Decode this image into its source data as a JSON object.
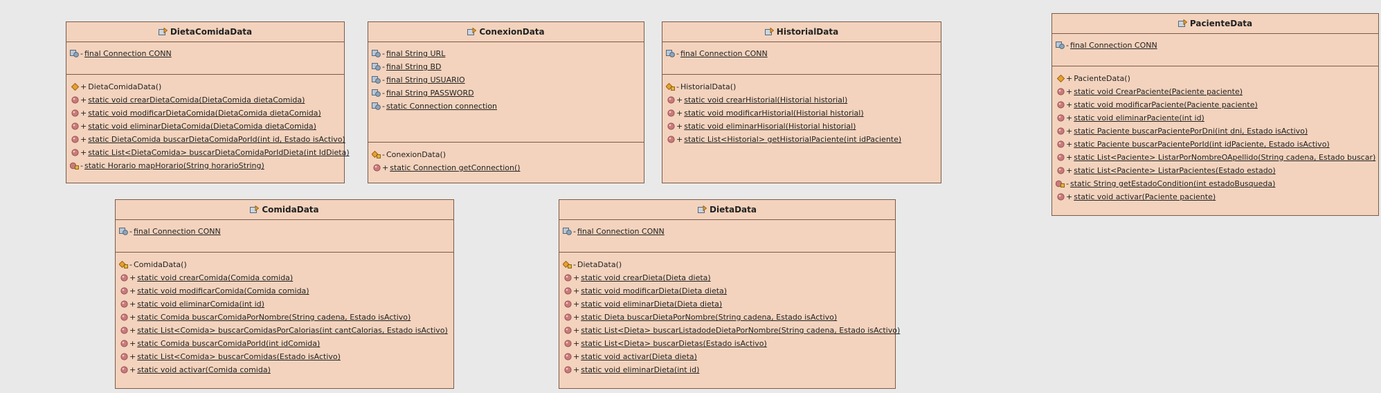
{
  "colors": {
    "background": "#e9e9e9",
    "class_fill": "#f3d3bd",
    "class_border": "#7a5a48",
    "method_icon": "#c97b7b",
    "constructor_icon": "#e8a030"
  },
  "classes": [
    {
      "name": "DietaComidaData",
      "fields": [
        {
          "icon": "field-icon",
          "visibility": "-",
          "signature": "final Connection CONN",
          "static": true
        }
      ],
      "methods": [
        {
          "icon": "constructor-icon",
          "visibility": "+",
          "signature": "DietaComidaData()",
          "static": false
        },
        {
          "icon": "method-icon",
          "visibility": "+",
          "signature": "static void crearDietaComida(DietaComida dietaComida)",
          "static": true
        },
        {
          "icon": "method-icon",
          "visibility": "+",
          "signature": "static void modificarDietaComida(DietaComida dietaComida)",
          "static": true
        },
        {
          "icon": "method-icon",
          "visibility": "+",
          "signature": "static void eliminarDietaComida(DietaComida dietaComida)",
          "static": true
        },
        {
          "icon": "method-icon",
          "visibility": "+",
          "signature": "static DietaComida buscarDietaComidaPorId(int id, Estado isActivo)",
          "static": true
        },
        {
          "icon": "method-icon",
          "visibility": "+",
          "signature": "static List<DietaComida> buscarDietaComidaPorIdDieta(int IdDieta)",
          "static": true
        },
        {
          "icon": "private-method-icon",
          "visibility": "-",
          "signature": "static Horario mapHorario(String horarioString)",
          "static": true
        }
      ]
    },
    {
      "name": "ConexionData",
      "fields": [
        {
          "icon": "field-icon",
          "visibility": "-",
          "signature": "final String URL",
          "static": true
        },
        {
          "icon": "field-icon",
          "visibility": "-",
          "signature": "final String BD",
          "static": true
        },
        {
          "icon": "field-icon",
          "visibility": "-",
          "signature": "final String USUARIO",
          "static": true
        },
        {
          "icon": "field-icon",
          "visibility": "-",
          "signature": "final String PASSWORD",
          "static": true
        },
        {
          "icon": "field-icon",
          "visibility": "-",
          "signature": "static Connection connection",
          "static": true
        }
      ],
      "methods": [
        {
          "icon": "private-constructor-icon",
          "visibility": "-",
          "signature": "ConexionData()",
          "static": false
        },
        {
          "icon": "method-icon",
          "visibility": "+",
          "signature": "static Connection getConnection()",
          "static": true
        }
      ]
    },
    {
      "name": "HistorialData",
      "fields": [
        {
          "icon": "field-icon",
          "visibility": "-",
          "signature": "final Connection CONN",
          "static": true
        }
      ],
      "methods": [
        {
          "icon": "private-constructor-icon",
          "visibility": "-",
          "signature": "HistorialData()",
          "static": false
        },
        {
          "icon": "method-icon",
          "visibility": "+",
          "signature": "static void crearHistorial(Historial historial)",
          "static": true
        },
        {
          "icon": "method-icon",
          "visibility": "+",
          "signature": "static void modificarHistorial(Historial historial)",
          "static": true
        },
        {
          "icon": "method-icon",
          "visibility": "+",
          "signature": "static void eliminarHisorial(Historial historial)",
          "static": true
        },
        {
          "icon": "method-icon",
          "visibility": "+",
          "signature": "static List<Historial> getHistorialPaciente(int idPaciente)",
          "static": true
        }
      ]
    },
    {
      "name": "PacienteData",
      "fields": [
        {
          "icon": "field-icon",
          "visibility": "-",
          "signature": "final Connection CONN",
          "static": true
        }
      ],
      "methods": [
        {
          "icon": "constructor-icon",
          "visibility": "+",
          "signature": "PacienteData()",
          "static": false
        },
        {
          "icon": "method-icon",
          "visibility": "+",
          "signature": "static void CrearPaciente(Paciente paciente)",
          "static": true
        },
        {
          "icon": "method-icon",
          "visibility": "+",
          "signature": "static void modificarPaciente(Paciente paciente)",
          "static": true
        },
        {
          "icon": "method-icon",
          "visibility": "+",
          "signature": "static void eliminarPaciente(int id)",
          "static": true
        },
        {
          "icon": "method-icon",
          "visibility": "+",
          "signature": "static Paciente buscarPacientePorDni(int dni, Estado isActivo)",
          "static": true
        },
        {
          "icon": "method-icon",
          "visibility": "+",
          "signature": "static Paciente buscarPacientePorId(int idPaciente, Estado isActivo)",
          "static": true
        },
        {
          "icon": "method-icon",
          "visibility": "+",
          "signature": "static List<Paciente> ListarPorNombreOApellido(String cadena, Estado buscar)",
          "static": true
        },
        {
          "icon": "method-icon",
          "visibility": "+",
          "signature": "static List<Paciente> ListarPacientes(Estado estado)",
          "static": true
        },
        {
          "icon": "private-method-icon",
          "visibility": "-",
          "signature": "static String getEstadoCondition(int estadoBusqueda)",
          "static": true
        },
        {
          "icon": "method-icon",
          "visibility": "+",
          "signature": "static void activar(Paciente paciente)",
          "static": true
        }
      ]
    },
    {
      "name": "ComidaData",
      "fields": [
        {
          "icon": "field-icon",
          "visibility": "-",
          "signature": "final Connection CONN",
          "static": true
        }
      ],
      "methods": [
        {
          "icon": "private-constructor-icon",
          "visibility": "-",
          "signature": "ComidaData()",
          "static": false
        },
        {
          "icon": "method-icon",
          "visibility": "+",
          "signature": "static void crearComida(Comida comida)",
          "static": true
        },
        {
          "icon": "method-icon",
          "visibility": "+",
          "signature": "static void modificarComida(Comida comida)",
          "static": true
        },
        {
          "icon": "method-icon",
          "visibility": "+",
          "signature": "static void eliminarComida(int id)",
          "static": true
        },
        {
          "icon": "method-icon",
          "visibility": "+",
          "signature": "static Comida buscarComidaPorNombre(String cadena, Estado isActivo)",
          "static": true
        },
        {
          "icon": "method-icon",
          "visibility": "+",
          "signature": "static List<Comida> buscarComidasPorCalorias(int cantCalorias, Estado isActivo)",
          "static": true
        },
        {
          "icon": "method-icon",
          "visibility": "+",
          "signature": "static Comida buscarComidaPorId(int idComida)",
          "static": true
        },
        {
          "icon": "method-icon",
          "visibility": "+",
          "signature": "static List<Comida> buscarComidas(Estado isActivo)",
          "static": true
        },
        {
          "icon": "method-icon",
          "visibility": "+",
          "signature": "static void activar(Comida comida)",
          "static": true
        }
      ]
    },
    {
      "name": "DietaData",
      "fields": [
        {
          "icon": "field-icon",
          "visibility": "-",
          "signature": "final Connection CONN",
          "static": true
        }
      ],
      "methods": [
        {
          "icon": "private-constructor-icon",
          "visibility": "-",
          "signature": "DietaData()",
          "static": false
        },
        {
          "icon": "method-icon",
          "visibility": "+",
          "signature": "static void crearDieta(Dieta dieta)",
          "static": true
        },
        {
          "icon": "method-icon",
          "visibility": "+",
          "signature": "static void modificarDieta(Dieta dieta)",
          "static": true
        },
        {
          "icon": "method-icon",
          "visibility": "+",
          "signature": "static void eliminarDieta(Dieta dieta)",
          "static": true
        },
        {
          "icon": "method-icon",
          "visibility": "+",
          "signature": "static Dieta buscarDietaPorNombre(String cadena, Estado isActivo)",
          "static": true
        },
        {
          "icon": "method-icon",
          "visibility": "+",
          "signature": "static List<Dieta> buscarListadodeDietaPorNombre(String cadena, Estado isActivo)",
          "static": true
        },
        {
          "icon": "method-icon",
          "visibility": "+",
          "signature": "static List<Dieta> buscarDietas(Estado isActivo)",
          "static": true
        },
        {
          "icon": "method-icon",
          "visibility": "+",
          "signature": "static void activar(Dieta dieta)",
          "static": true
        },
        {
          "icon": "method-icon",
          "visibility": "+",
          "signature": "static void eliminarDieta(int id)",
          "static": true
        }
      ]
    }
  ]
}
